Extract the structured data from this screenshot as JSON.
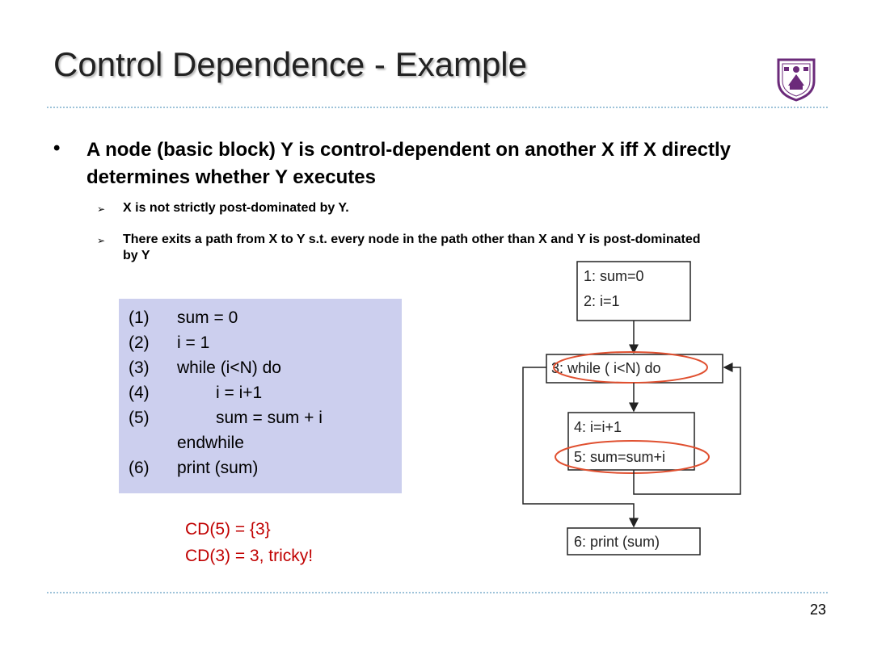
{
  "slide": {
    "title": "Control Dependence - Example",
    "page_number": "23"
  },
  "main_bullet": {
    "marker": "•",
    "text": "A node (basic block) Y is control-dependent on another X iff X directly determines whether Y executes"
  },
  "sub_bullets": [
    {
      "marker": "➢",
      "text": "X is not strictly post-dominated  by Y."
    },
    {
      "marker": "➢",
      "text": "There exits a path from X to Y s.t. every node in the path other than X and Y is post-dominated by Y"
    }
  ],
  "code": [
    {
      "num": "(1)",
      "text": "sum = 0"
    },
    {
      "num": "(2)",
      "text": "i = 1"
    },
    {
      "num": "(3)",
      "text": "while (i<N) do"
    },
    {
      "num": "(4)",
      "text": "i = i+1"
    },
    {
      "num": "(5)",
      "text": "sum = sum + i"
    },
    {
      "num": "",
      "text": "endwhile"
    },
    {
      "num": "(6)",
      "text": "print (sum)"
    }
  ],
  "cd_results": [
    "CD(5) = {3}",
    "CD(3) = 3, tricky!"
  ],
  "cfg": {
    "node1": [
      "1:  sum=0",
      "2:  i=1"
    ],
    "node3": "3:  while ( i<N) do",
    "node4": [
      "4:  i=i+1",
      "5:  sum=sum+i"
    ],
    "node6": "6:  print (sum)",
    "highlight_color": "#e05030"
  }
}
